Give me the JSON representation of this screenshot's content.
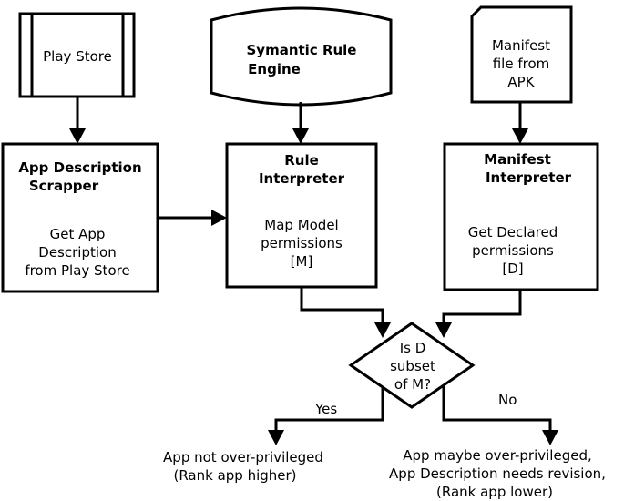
{
  "nodes": {
    "play_store": {
      "label": "Play Store"
    },
    "rule_engine": {
      "title_lines": [
        "Symantic Rule",
        "Engine"
      ]
    },
    "manifest_file": {
      "lines": [
        "Manifest",
        "file from",
        "APK"
      ]
    },
    "scrapper": {
      "title_lines": [
        "App Description",
        "Scrapper"
      ],
      "body_lines": [
        "Get App",
        "Description",
        "from Play Store"
      ]
    },
    "rule_interpreter": {
      "title_lines": [
        "Rule",
        "Interpreter"
      ],
      "body_lines": [
        "Map Model",
        "permissions",
        "[M]"
      ]
    },
    "manifest_interpreter": {
      "title_lines": [
        "Manifest",
        "Interpreter"
      ],
      "body_lines": [
        "Get Declared",
        "permissions",
        "[D]"
      ]
    },
    "decision": {
      "lines": [
        "Is D",
        "subset",
        "of M?"
      ]
    },
    "outcome_yes": {
      "lines": [
        "App not over-privileged",
        "(Rank app higher)"
      ]
    },
    "outcome_no": {
      "lines": [
        "App maybe over-privileged,",
        "App Description needs revision,",
        "(Rank app lower)"
      ]
    }
  },
  "edges": {
    "yes_label": "Yes",
    "no_label": "No"
  }
}
